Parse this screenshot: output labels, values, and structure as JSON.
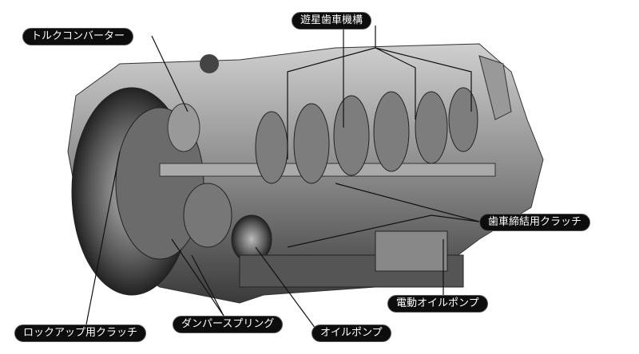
{
  "labels": {
    "torque_converter": "トルクコンバーター",
    "planetary_gear": "遊星歯車機構",
    "gear_clutch": "歯車締結用クラッチ",
    "electric_oil_pump": "電動オイルポンプ",
    "lockup_clutch": "ロックアップ用クラッチ",
    "damper_spring": "ダンパースプリング",
    "oil_pump": "オイルポンプ"
  }
}
